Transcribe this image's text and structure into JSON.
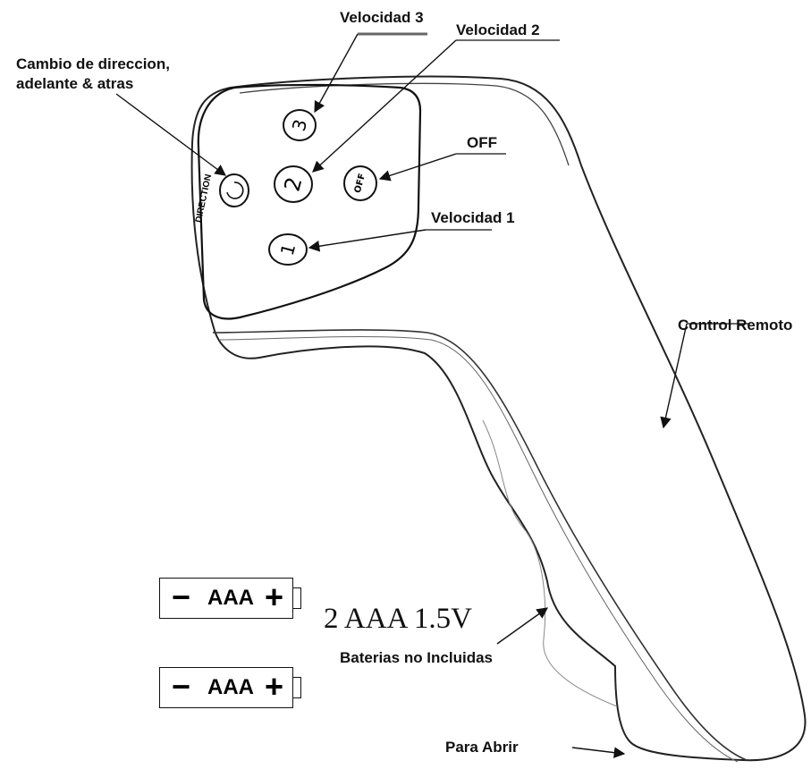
{
  "labels": {
    "velocidad3": "Velocidad 3",
    "velocidad2": "Velocidad 2",
    "direccion_line1": "Cambio de direccion,",
    "direccion_line2": "adelante & atras",
    "off": "OFF",
    "velocidad1": "Velocidad 1",
    "control_remoto": "Control Remoto",
    "baterias": "Baterias no Incluidas",
    "para_abrir": "Para Abrir"
  },
  "remote_buttons": {
    "direction_text": "DIRECTION",
    "button_3": "3",
    "button_2": "2",
    "button_off": "OFF",
    "button_1": "1"
  },
  "batteries": {
    "minus": "−",
    "type": "AAA",
    "plus": "+"
  },
  "battery_spec": "2 AAA 1.5V",
  "colors": {
    "ink": "#111111",
    "outline": "#222222"
  }
}
